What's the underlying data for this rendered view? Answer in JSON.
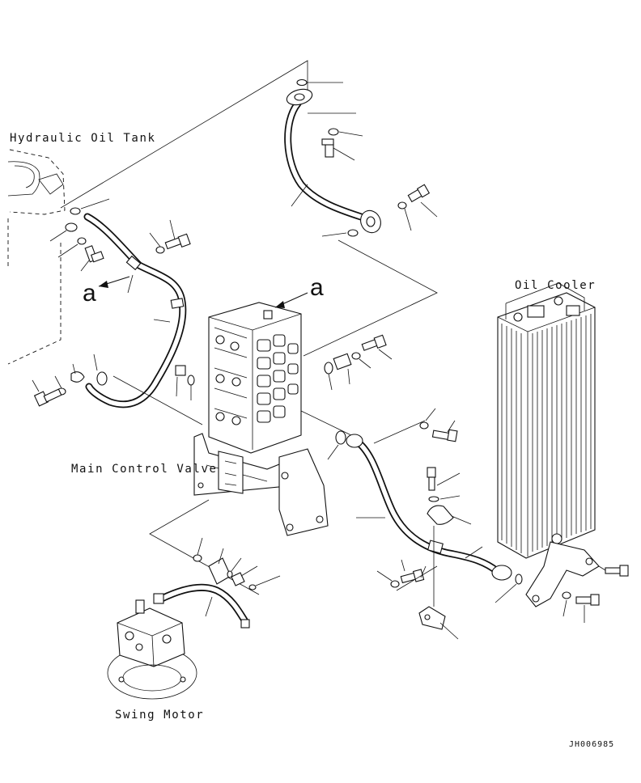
{
  "labels": {
    "hydraulic_oil_tank": "Hydraulic Oil Tank",
    "oil_cooler": "Oil Cooler",
    "main_control_valve": "Main Control Valve",
    "swing_motor": "Swing Motor",
    "view_a_1": "a",
    "view_a_2": "a",
    "figure_id": "JH006985"
  }
}
